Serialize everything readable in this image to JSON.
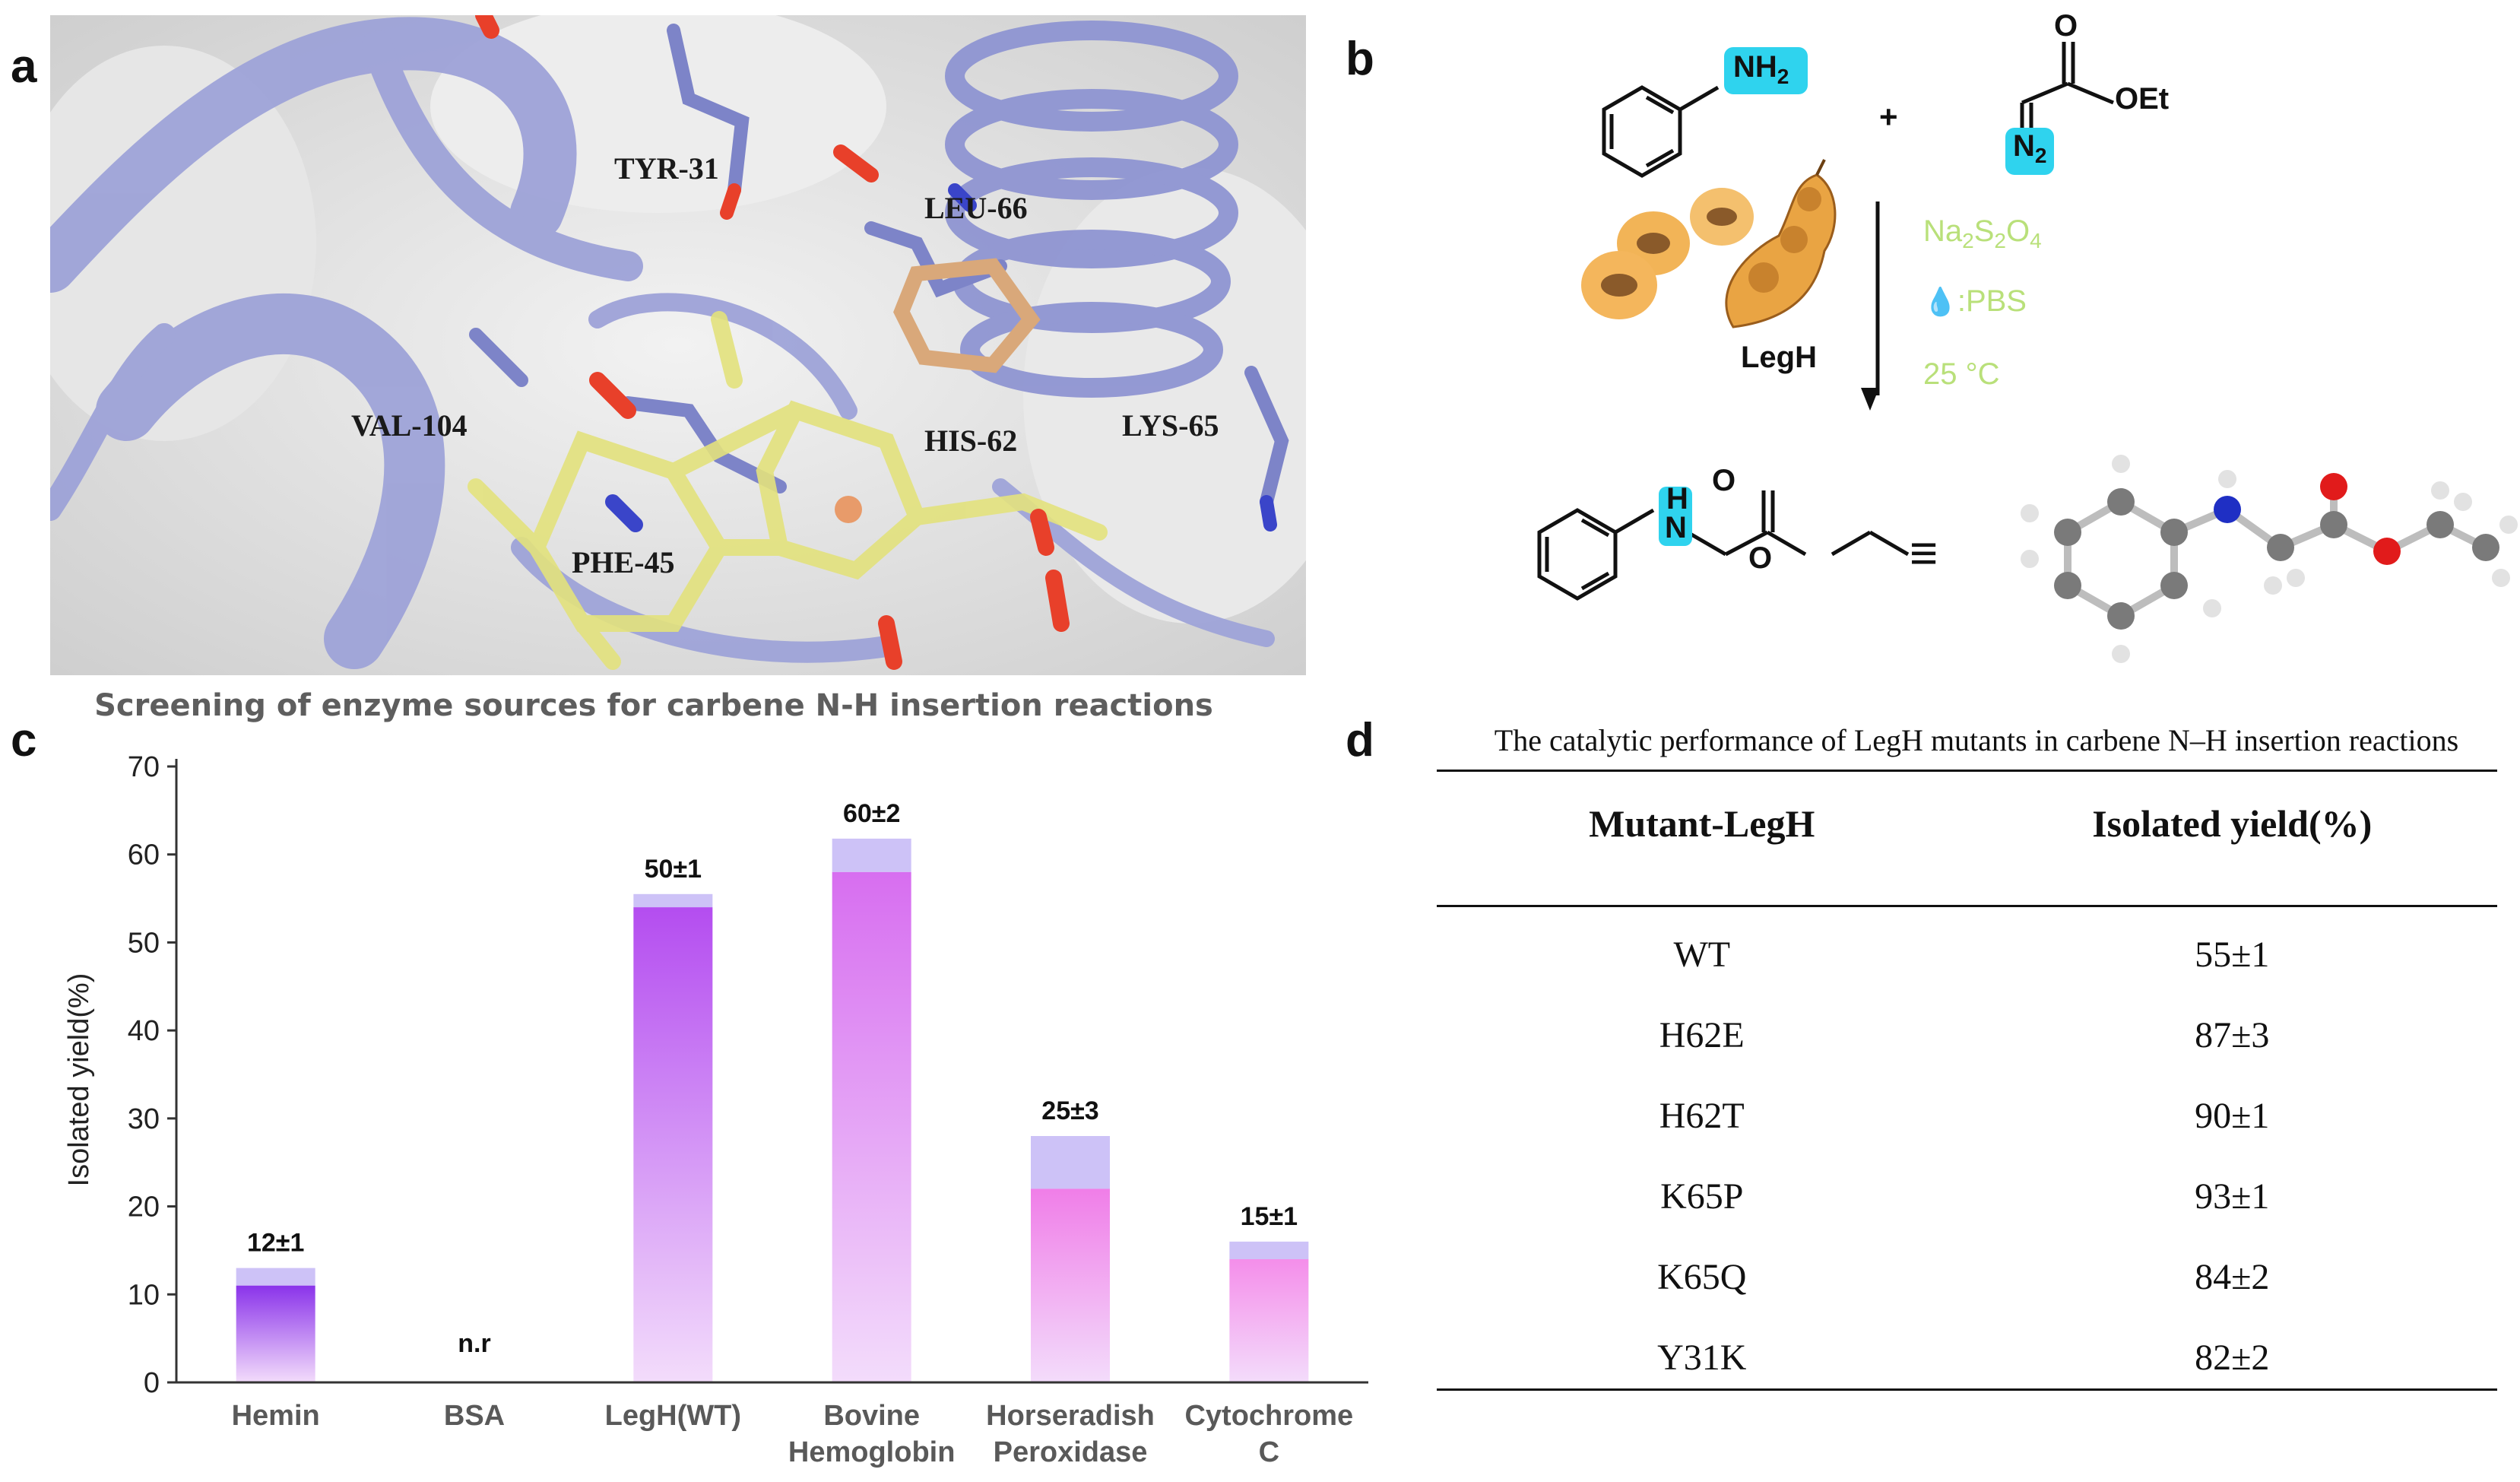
{
  "panel_letters": {
    "a": "a",
    "b": "b",
    "c": "c",
    "d": "d"
  },
  "panel_a": {
    "residues": [
      "TYR-31",
      "LEU-66",
      "VAL-104",
      "HIS-62",
      "LYS-65",
      "PHE-45"
    ]
  },
  "panel_b": {
    "reactant_1": "NH",
    "reactant_1_sub": "2",
    "plus": "+",
    "reactant_2_o": "O",
    "reactant_2_oet": "OEt",
    "reactant_2_n": "N",
    "reactant_2_n_sub": "2",
    "catalyst_label": "LegH",
    "conditions": {
      "reductant_parts": [
        "Na",
        "2",
        "S",
        "2",
        "O",
        "4"
      ],
      "solvent": ":PBS",
      "temperature": "25 °C"
    },
    "product_h": "H",
    "product_n": "N",
    "product_o1": "O",
    "product_o2": "O",
    "equiv_symbol": "≡"
  },
  "chart_data": {
    "type": "bar",
    "title": "Screening of enzyme sources for carbene N-H insertion reactions",
    "ylabel": "Isolated yield(%)",
    "xlabel": "",
    "ylim": [
      0,
      70
    ],
    "yticks": [
      0,
      10,
      20,
      30,
      40,
      50,
      60,
      70
    ],
    "categories": [
      [
        "Hemin"
      ],
      [
        "BSA"
      ],
      [
        "LegH(WT)"
      ],
      [
        "Bovine",
        "Hemoglobin"
      ],
      [
        "Horseradish",
        "Peroxidase"
      ],
      [
        "Cytochrome",
        "C"
      ]
    ],
    "values": [
      11,
      0,
      54,
      58,
      22,
      14
    ],
    "error_upper": [
      13,
      0,
      55.5,
      61.8,
      28,
      16
    ],
    "data_labels": [
      "12±1",
      "n.r",
      "50±1",
      "60±2",
      "25±3",
      "15±1"
    ],
    "colors": {
      "bar_top": [
        "#8a33ea",
        "#8a33ea",
        "#b44df0",
        "#d76ef0",
        "#f07ee8",
        "#f48eea"
      ],
      "bar_bottom": "#f3dcfb",
      "error_band": "#cdc2f7",
      "axis": "#333333",
      "tick_text": "#222222",
      "category_text": "#595959"
    }
  },
  "panel_d": {
    "caption": "The catalytic performance of LegH mutants in carbene N–H insertion reactions",
    "headers": [
      "Mutant-LegH",
      "Isolated yield(%)"
    ],
    "rows": [
      [
        "WT",
        "55±1"
      ],
      [
        "H62E",
        "87±3"
      ],
      [
        "H62T",
        "90±1"
      ],
      [
        "K65P",
        "93±1"
      ],
      [
        "K65Q",
        "84±2"
      ],
      [
        "Y31K",
        "82±2"
      ]
    ]
  }
}
